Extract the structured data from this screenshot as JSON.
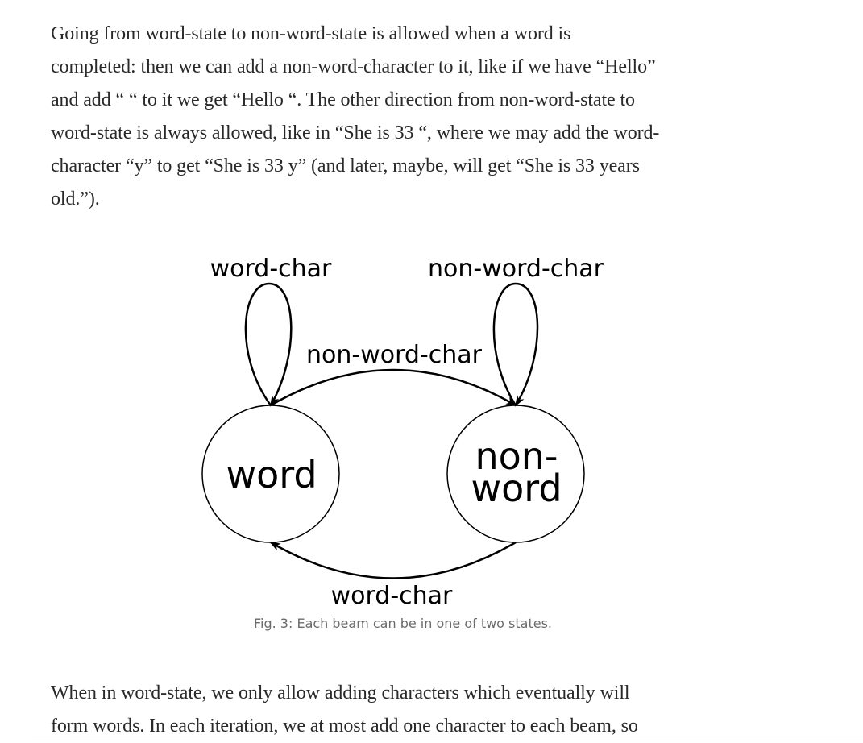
{
  "article": {
    "paragraph_1": [
      "Going from word-state to non-word-state is allowed when a word is",
      "completed: then we can add a non-word-character to it, like if we have “Hello”",
      "and add “ “ to it we get “Hello “. The other direction from non-word-state to",
      "word-state is always allowed, like in “She is 33 “, where we may add the word-",
      "character “y” to get “She is 33 y” (and later, maybe, will get “She is 33 years",
      "old.”)."
    ],
    "paragraph_2": [
      "When in word-state, we only allow adding characters which eventually will",
      "form words. In each iteration, we at most add one character to each beam, so"
    ]
  },
  "diagram": {
    "states": {
      "word": "word",
      "non_word_line1": "non-",
      "non_word_line2": "word"
    },
    "transitions": {
      "word_self_loop": "word-char",
      "non_word_self_loop": "non-word-char",
      "word_to_non_word": "non-word-char",
      "non_word_to_word": "word-char"
    },
    "caption": "Fig. 3: Each beam can be in one of two states."
  }
}
